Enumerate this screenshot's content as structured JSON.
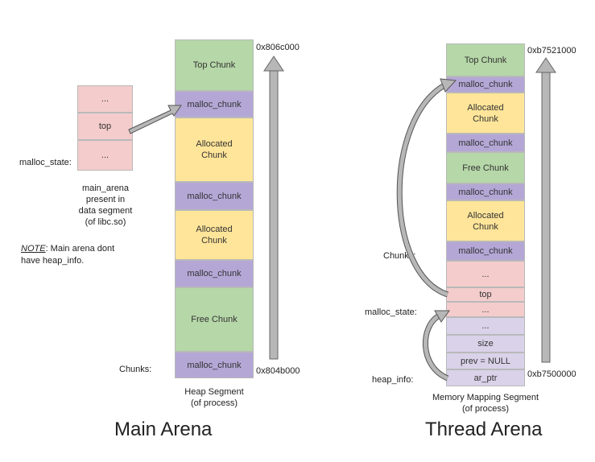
{
  "main_arena": {
    "state_box": [
      "...",
      "top",
      "..."
    ],
    "state_label": "malloc_state:",
    "desc": [
      "main_arena",
      "present in",
      "data segment",
      "(of libc.so)"
    ],
    "note_prefix": "NOTE",
    "note_rest": ": Main arena dont",
    "note_line2": "have heap_info.",
    "heap_blocks": [
      "Top Chunk",
      "malloc_chunk",
      "Allocated Chunk",
      "malloc_chunk",
      "Allocated Chunk",
      "malloc_chunk",
      "Free Chunk",
      "malloc_chunk"
    ],
    "chunks_label": "Chunks:",
    "addr_top": "0x806c000",
    "addr_bottom": "0x804b000",
    "segment_caption": [
      "Heap Segment",
      "(of process)"
    ],
    "title": "Main Arena"
  },
  "thread_arena": {
    "blocks": [
      "Top Chunk",
      "malloc_chunk",
      "Allocated Chunk",
      "malloc_chunk",
      "Free Chunk",
      "malloc_chunk",
      "Allocated Chunk",
      "malloc_chunk",
      "...",
      "top",
      "...",
      "...",
      "size",
      "prev = NULL",
      "ar_ptr"
    ],
    "chunks_label": "Chunks:",
    "state_label": "malloc_state:",
    "heapinfo_label": "heap_info:",
    "addr_top": "0xb7521000",
    "addr_bottom": "0xb7500000",
    "segment_caption": [
      "Memory Mapping Segment",
      "(of process)"
    ],
    "title": "Thread Arena"
  }
}
